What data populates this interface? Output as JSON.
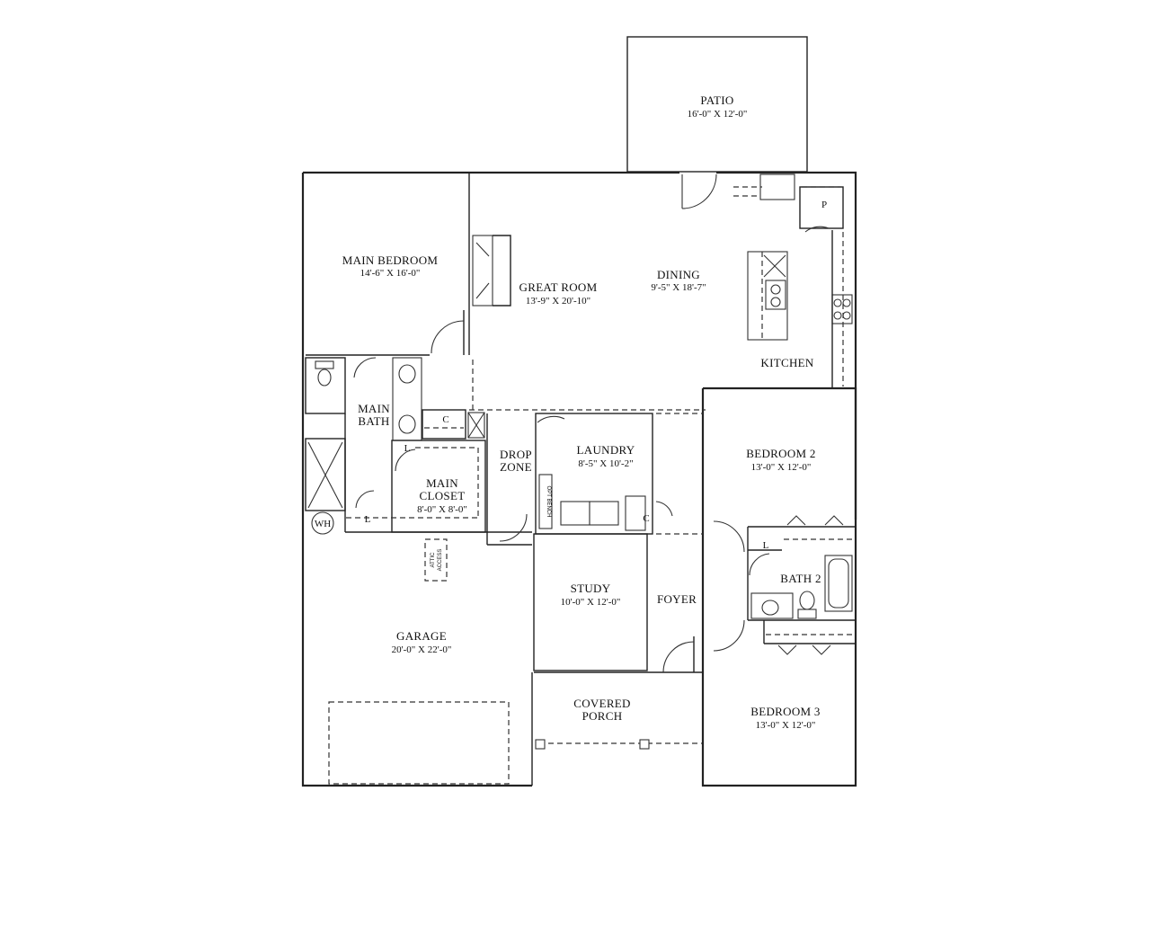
{
  "rooms": {
    "patio": {
      "name": "PATIO",
      "dims": "16'-0\" X 12'-0\""
    },
    "main_bedroom": {
      "name": "MAIN BEDROOM",
      "dims": "14'-6\" X 16'-0\""
    },
    "great_room": {
      "name": "GREAT ROOM",
      "dims": "13'-9\" X 20'-10\""
    },
    "dining": {
      "name": "DINING",
      "dims": "9'-5\" X 18'-7\""
    },
    "kitchen": {
      "name": "KITCHEN"
    },
    "main_bath": {
      "line1": "MAIN",
      "line2": "BATH"
    },
    "main_closet": {
      "line1": "MAIN",
      "line2": "CLOSET",
      "dims": "8'-0\" X 8'-0\""
    },
    "drop_zone": {
      "line1": "DROP",
      "line2": "ZONE"
    },
    "laundry": {
      "name": "LAUNDRY",
      "dims": "8'-5\" X 10'-2\""
    },
    "bedroom2": {
      "name": "BEDROOM 2",
      "dims": "13'-0\" X 12'-0\""
    },
    "bath2": {
      "name": "BATH 2"
    },
    "study": {
      "name": "STUDY",
      "dims": "10'-0\" X 12'-0\""
    },
    "foyer": {
      "name": "FOYER"
    },
    "garage": {
      "name": "GARAGE",
      "dims": "20'-0\" X 22'-0\""
    },
    "covered_porch": {
      "line1": "COVERED",
      "line2": "PORCH"
    },
    "bedroom3": {
      "name": "BEDROOM 3",
      "dims": "13'-0\" X 12'-0\""
    }
  },
  "small_labels": {
    "pantry": "P",
    "closet": "C",
    "linen": "L",
    "water_heater": "WH",
    "opt_bench": "OPT BENCH",
    "attic_line1": "ATTIC",
    "attic_line2": "ACCESS"
  }
}
